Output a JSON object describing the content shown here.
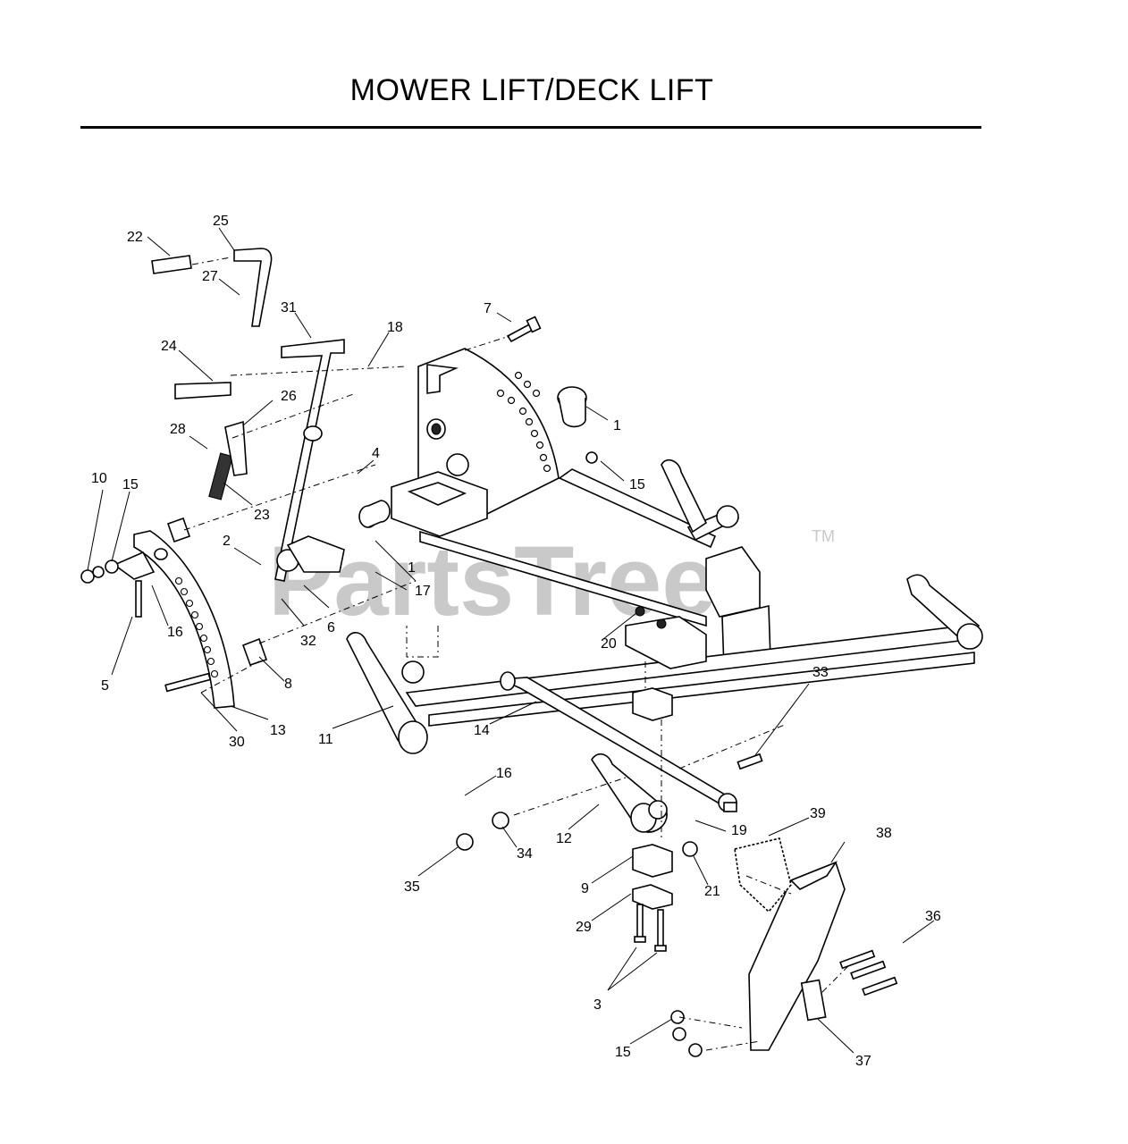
{
  "title": "MOWER LIFT/DECK LIFT",
  "watermark": "PartsTree",
  "trademark": "TM",
  "callouts": [
    {
      "label": "25"
    },
    {
      "label": "22"
    },
    {
      "label": "27"
    },
    {
      "label": "31"
    },
    {
      "label": "7"
    },
    {
      "label": "18"
    },
    {
      "label": "24"
    },
    {
      "label": "1"
    },
    {
      "label": "26"
    },
    {
      "label": "28"
    },
    {
      "label": "4"
    },
    {
      "label": "15"
    },
    {
      "label": "10"
    },
    {
      "label": "15"
    },
    {
      "label": "23"
    },
    {
      "label": "2"
    },
    {
      "label": "1"
    },
    {
      "label": "17"
    },
    {
      "label": "16"
    },
    {
      "label": "6"
    },
    {
      "label": "32"
    },
    {
      "label": "20"
    },
    {
      "label": "5"
    },
    {
      "label": "8"
    },
    {
      "label": "33"
    },
    {
      "label": "13"
    },
    {
      "label": "30"
    },
    {
      "label": "11"
    },
    {
      "label": "14"
    },
    {
      "label": "16"
    },
    {
      "label": "39"
    },
    {
      "label": "38"
    },
    {
      "label": "19"
    },
    {
      "label": "12"
    },
    {
      "label": "34"
    },
    {
      "label": "35"
    },
    {
      "label": "9"
    },
    {
      "label": "21"
    },
    {
      "label": "29"
    },
    {
      "label": "36"
    },
    {
      "label": "3"
    },
    {
      "label": "15"
    },
    {
      "label": "37"
    }
  ]
}
